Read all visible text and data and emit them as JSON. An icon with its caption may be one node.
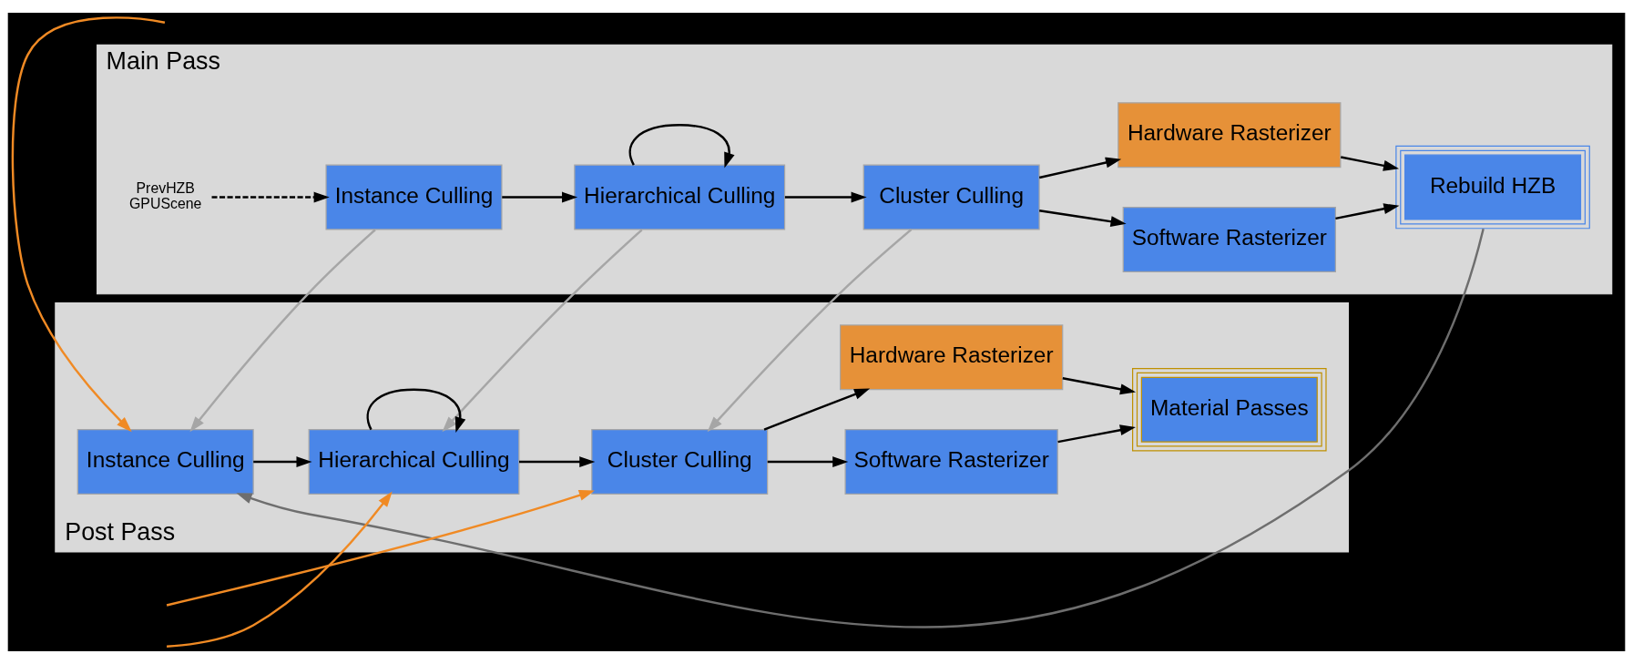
{
  "diagram": {
    "nodes": [
      {
        "text": [
          "Main Pass"
        ]
      },
      {
        "text": [
          "PrevHZB",
          "GPUScene"
        ],
        "in": 0
      },
      {
        "text": [
          "Instance Culling"
        ],
        "in": 0
      },
      {
        "text": [
          "Hierarchical Culling"
        ],
        "in": 0
      },
      {
        "text": [
          "Cluster Culling"
        ],
        "in": 0
      },
      {
        "text": [
          "Software Rasterizer"
        ],
        "in": 0
      },
      {
        "text": [
          "Hardware Rasterizer"
        ],
        "in": 0
      },
      {
        "text": [
          "Rebuild HZB"
        ],
        "in": 0
      },
      {
        "text": [
          "Post Pass"
        ]
      },
      {
        "text": [
          "Instance Culling"
        ],
        "in": 8
      },
      {
        "text": [
          "Hierarchical Culling"
        ],
        "in": 8
      },
      {
        "text": [
          "Cluster Culling"
        ],
        "in": 8
      },
      {
        "text": [
          "Software Rasterizer"
        ],
        "in": 8
      },
      {
        "text": [
          "Hardware Rasterizer"
        ],
        "in": 8
      },
      {
        "text": [
          "Material Passes"
        ],
        "in": 8
      }
    ],
    "edges": [
      {
        "from": 1,
        "to": 2,
        "arrow": "to",
        "style": "dashed"
      },
      {
        "from": 2,
        "to": 3,
        "arrow": "to"
      },
      {
        "from": 3,
        "to": 3,
        "arrow": "to"
      },
      {
        "from": 3,
        "to": 4,
        "arrow": "to"
      },
      {
        "from": 4,
        "to": 5,
        "arrow": "to"
      },
      {
        "from": 4,
        "to": 6,
        "arrow": "to"
      },
      {
        "from": 5,
        "to": 7,
        "arrow": "to"
      },
      {
        "from": 6,
        "to": 7,
        "arrow": "to"
      },
      {
        "from": 2,
        "to": 9,
        "arrow": "to",
        "color": "#a6a6a6"
      },
      {
        "from": 3,
        "to": 10,
        "arrow": "to",
        "color": "#a6a6a6"
      },
      {
        "from": 4,
        "to": 11,
        "arrow": "to",
        "color": "#a6a6a6"
      },
      {
        "from": 7,
        "to": 9,
        "arrow": "to",
        "color": "#6e6e6e"
      },
      {
        "from": null,
        "to": 9,
        "arrow": "to",
        "color": "#f08a24"
      },
      {
        "from": null,
        "to": 10,
        "arrow": "to",
        "color": "#f08a24"
      },
      {
        "from": null,
        "to": 11,
        "arrow": "to",
        "color": "#f08a24"
      },
      {
        "from": 9,
        "to": 10,
        "arrow": "to"
      },
      {
        "from": 10,
        "to": 10,
        "arrow": "to"
      },
      {
        "from": 10,
        "to": 11,
        "arrow": "to"
      },
      {
        "from": 11,
        "to": 12,
        "arrow": "to"
      },
      {
        "from": 11,
        "to": 13,
        "arrow": "to"
      },
      {
        "from": 12,
        "to": 14,
        "arrow": "to"
      },
      {
        "from": 13,
        "to": 14,
        "arrow": "to"
      }
    ]
  }
}
